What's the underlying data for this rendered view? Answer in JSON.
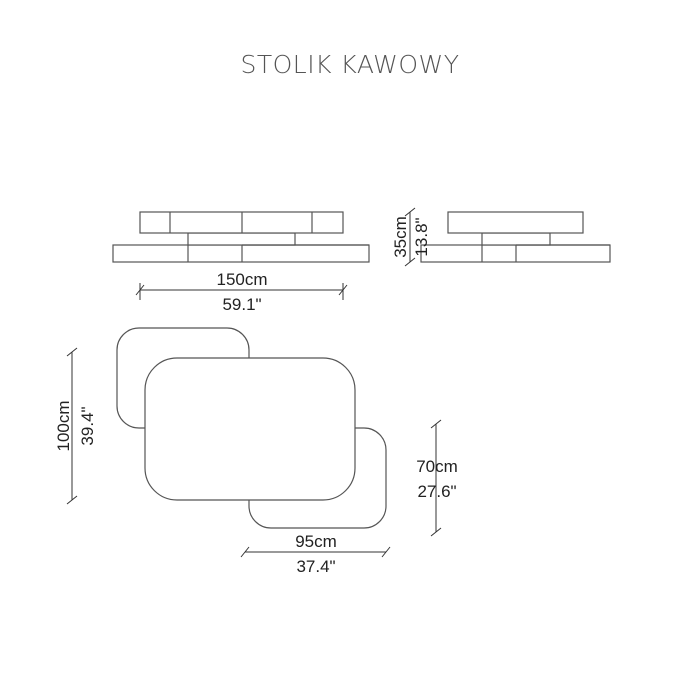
{
  "title": "STOLIK KAWOWY",
  "dimensions": {
    "length_cm": "150cm",
    "length_in": "59.1\"",
    "height_cm": "35cm",
    "height_in": "13.8\"",
    "depth_cm": "100cm",
    "depth_in": "39.4\"",
    "lower_depth_cm": "70cm",
    "lower_depth_in": "27.6\"",
    "lower_width_cm": "95cm",
    "lower_width_in": "37.4\""
  }
}
